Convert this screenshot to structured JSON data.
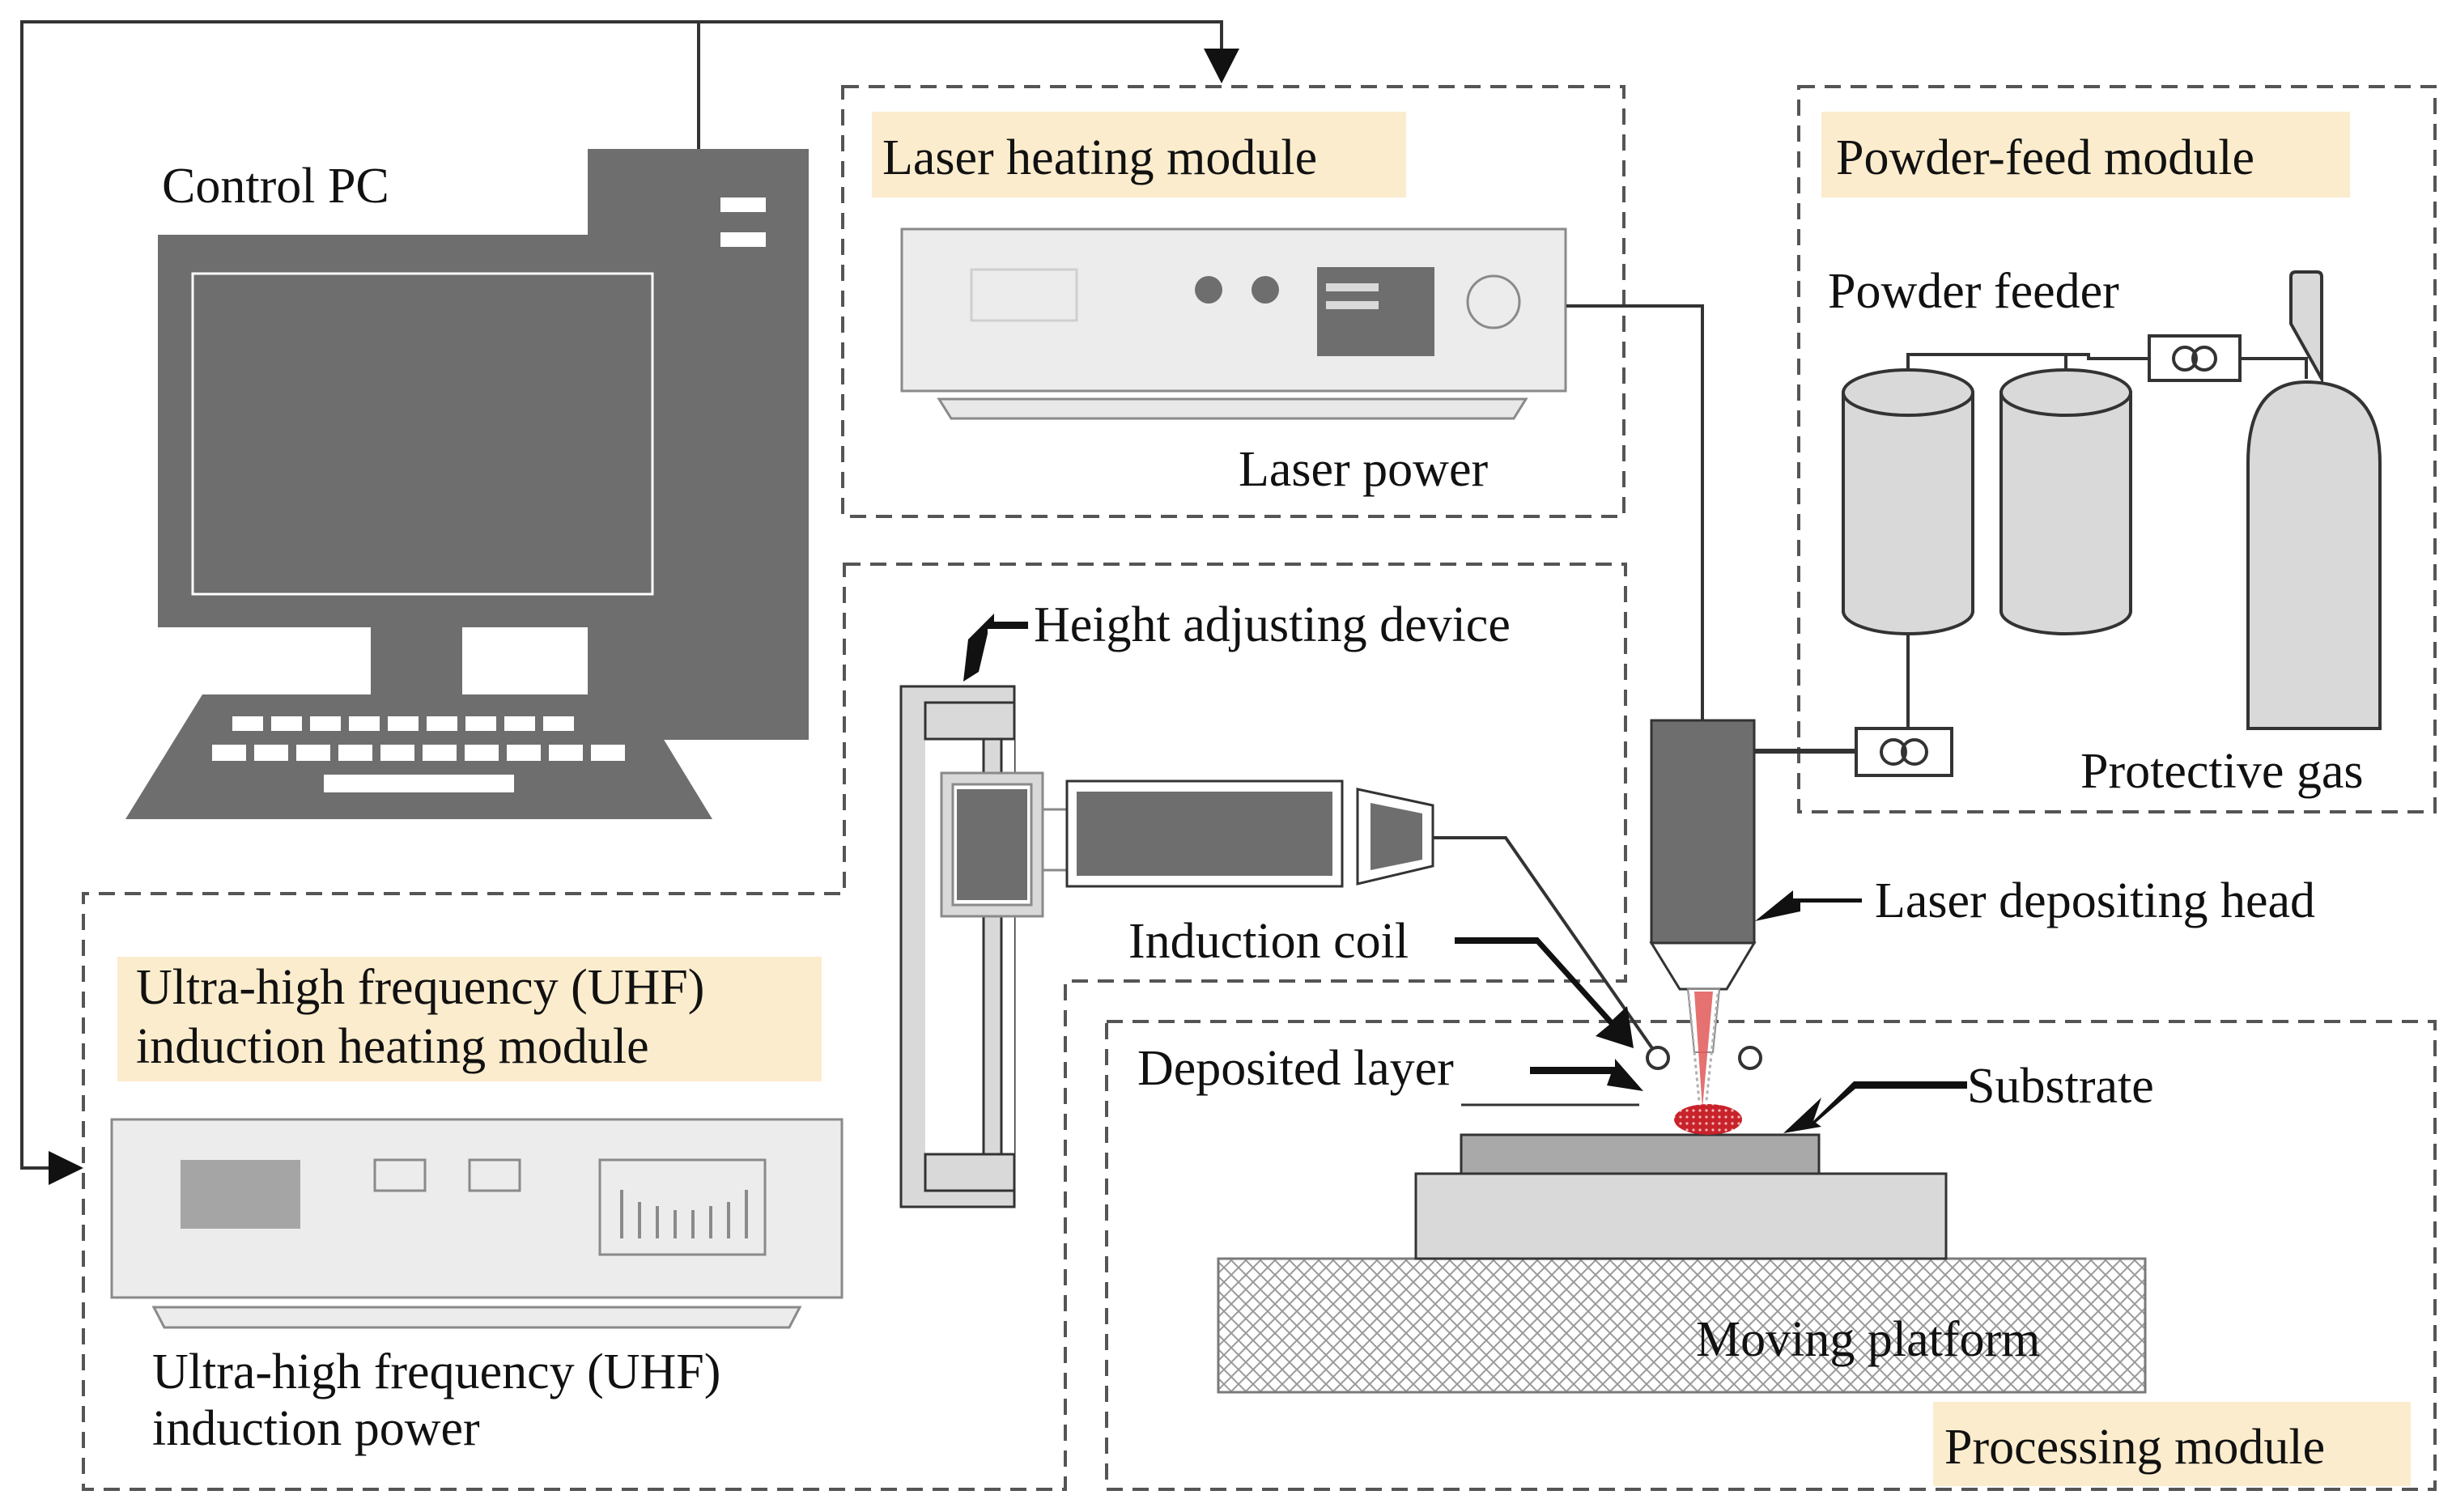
{
  "colors": {
    "highlight": "#fbeccd",
    "dark_gray": "#6e6e6e",
    "medium_gray": "#8a8a8a",
    "light_gray": "#d9d9d9",
    "pale_gray": "#ececec",
    "outline": "#7a7a7a",
    "line": "#333333",
    "dashed": "#555555",
    "deposit_red": "#c8222a",
    "laser_beam_red": "#e05858"
  },
  "labels": {
    "control_pc": "Control PC",
    "laser_heating_module": "Laser heating module",
    "laser_power": "Laser power",
    "powder_feed_module": "Powder-feed module",
    "powder_feeder": "Powder feeder",
    "protective_gas": "Protective gas",
    "height_adjusting_device": "Height adjusting device",
    "laser_depositing_head": "Laser depositing head",
    "induction_coil": "Induction coil",
    "uhf_module_line1": "Ultra-high frequency (UHF)",
    "uhf_module_line2": "induction heating module",
    "deposited_layer": "Deposited layer",
    "substrate": "Substrate",
    "moving_platform": "Moving platform",
    "uhf_power_line1": "Ultra-high frequency (UHF)",
    "uhf_power_line2": "induction power",
    "processing_module": "Processing module"
  },
  "icons": {
    "computer": "desktop-computer-icon",
    "laser_unit": "laser-power-unit-icon",
    "powder_hopper": "powder-hopper-icon",
    "gas_cylinder": "gas-cylinder-icon",
    "flow_valve": "flow-valve-icon",
    "induction_unit": "induction-power-unit-icon",
    "coil": "induction-coil-icon"
  }
}
